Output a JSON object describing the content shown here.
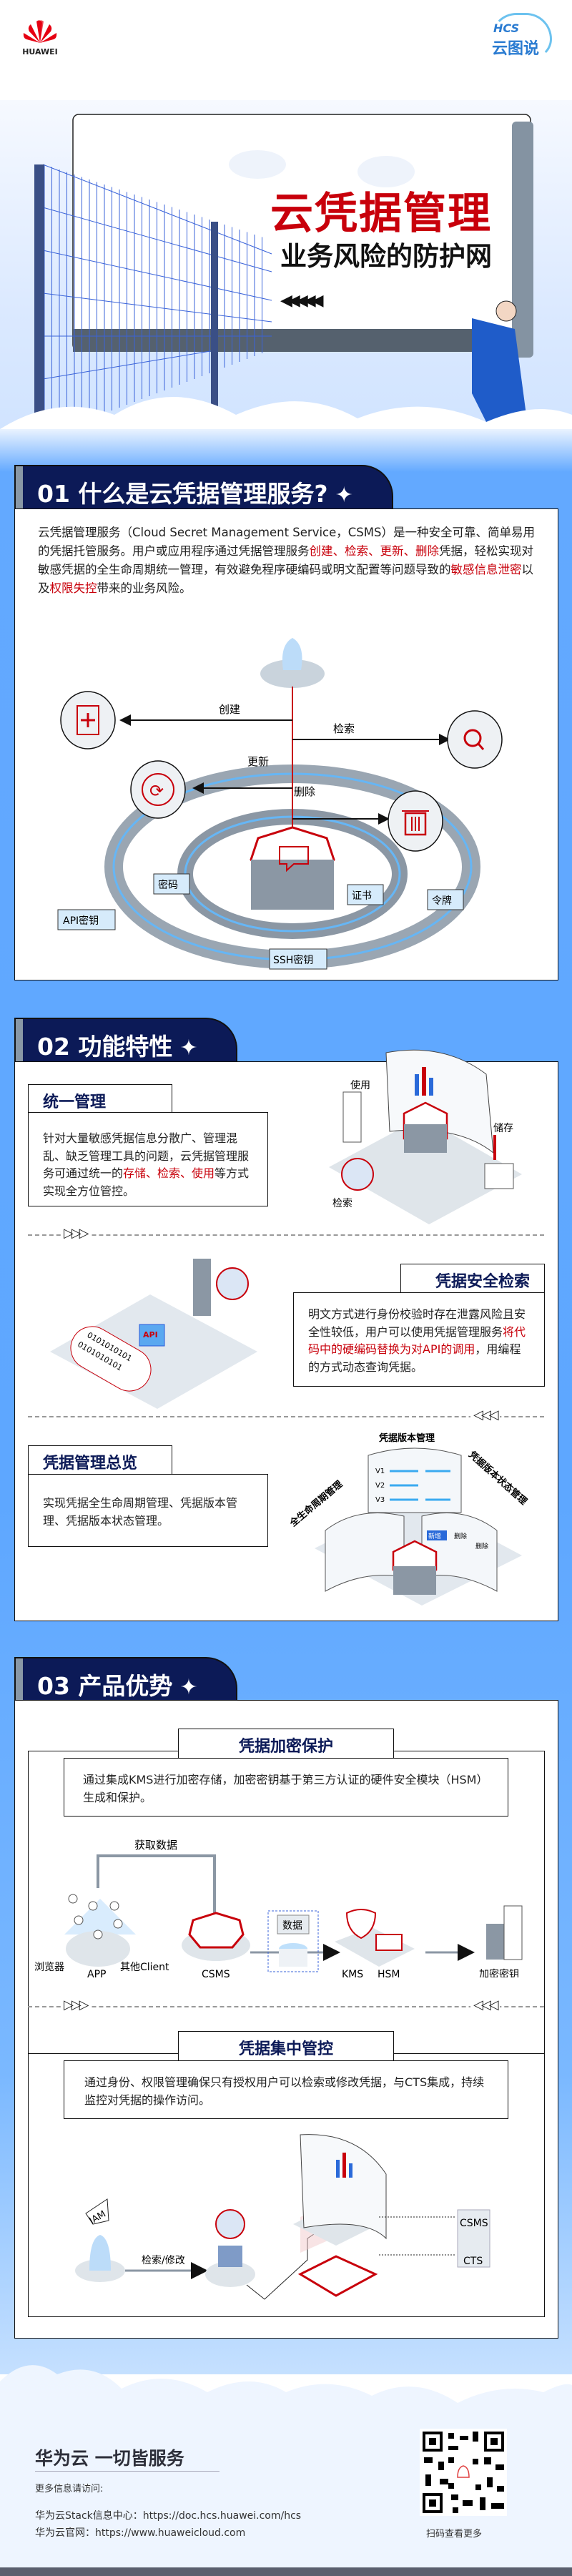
{
  "header": {
    "brand_logo_text": "HUAWEI",
    "series_logo_top": "HCS",
    "series_logo_bottom": "云图说",
    "hero_title": "云凭据管理",
    "hero_subtitle": "业务风险的防护网",
    "hero_arrows": "◀◀◀◀◀"
  },
  "colors": {
    "accent_red": "#c8000b",
    "navy": "#0c1a57",
    "background_blue": "#5ea7ff"
  },
  "section1": {
    "title": "01 什么是云凭据管理服务?",
    "paragraph": [
      {
        "text": "云凭据管理服务（Cloud Secret Management Service，CSMS）是一种安全可靠、简单易用的凭据托管服务。用户或应用程序通过凭据管理服务",
        "red": false
      },
      {
        "text": "创建、检索、更新、删除",
        "red": true
      },
      {
        "text": "凭据，轻松实现对敏感凭据的全生命周期统一管理，有效避免程序硬编码或明文配置等问题导致的",
        "red": false
      },
      {
        "text": "敏感信息泄密",
        "red": true
      },
      {
        "text": "以及",
        "red": false
      },
      {
        "text": "权限失控",
        "red": true
      },
      {
        "text": "带来的业务风险。",
        "red": false
      }
    ],
    "diagram": {
      "actions": [
        "创建",
        "检索",
        "更新",
        "删除"
      ],
      "secret_types": [
        "API密钥",
        "密码",
        "SSH密钥",
        "证书",
        "令牌"
      ]
    }
  },
  "section2": {
    "title": "02 功能特性",
    "features": [
      {
        "title": "统一管理",
        "parts": [
          {
            "text": "针对大量敏感凭据信息分散广、管理混乱、缺乏管理工具的问题，云凭据管理服务可通过统一的",
            "red": false
          },
          {
            "text": "存储、检索、使用",
            "red": true
          },
          {
            "text": "等方式实现全方位管控。",
            "red": false
          }
        ],
        "labels": [
          "使用",
          "储存",
          "检索"
        ]
      },
      {
        "title": "凭据安全检索",
        "parts": [
          {
            "text": "明文方式进行身份校验时存在泄露风险且安全性较低，用户可以使用凭据管理服务",
            "red": false
          },
          {
            "text": "将代码中的硬编码替换为对API的调用",
            "red": true
          },
          {
            "text": "，用编程的方式动态查询凭据。",
            "red": false
          }
        ],
        "labels": [
          "API",
          "0101010101",
          "0101010101"
        ]
      },
      {
        "title": "凭据管理总览",
        "parts": [
          {
            "text": "实现凭据全生命周期管理、凭据版本管理、凭据版本状态管理。",
            "red": false
          }
        ],
        "labels": [
          "凭据版本管理",
          "全生命周期管理",
          "凭据版本状态管理",
          "V1",
          "V2",
          "V3",
          "新增",
          "删除",
          "删除"
        ]
      }
    ]
  },
  "section3": {
    "title": "03 产品优势",
    "advantages": [
      {
        "title": "凭据加密保护",
        "text": "通过集成KMS进行加密存储，加密密钥基于第三方认证的硬件安全模块（HSM）生成和保护。",
        "labels": {
          "fetch": "获取数据",
          "browser": "浏览器",
          "app": "APP",
          "other": "其他Client",
          "csms": "CSMS",
          "data": "数据",
          "kms": "KMS",
          "hsm": "HSM",
          "key": "加密密钥"
        }
      },
      {
        "title": "凭据集中管控",
        "text": "通过身份、权限管理确保只有授权用户可以检索或修改凭据，与CTS集成，持续监控对凭据的操作访问。",
        "labels": {
          "iam": "IAM",
          "action": "检索/修改",
          "csms": "CSMS",
          "cts": "CTS"
        }
      }
    ]
  },
  "footer": {
    "slogan": "华为云 一切皆服务",
    "more_info": "更多信息请访问:",
    "links": [
      {
        "label": "华为云Stack信息中心：",
        "url": "https://doc.hcs.huawei.com/hcs"
      },
      {
        "label": "华为云官网：",
        "url": "https://www.huaweicloud.com"
      }
    ],
    "qr_caption": "扫码查看更多"
  }
}
